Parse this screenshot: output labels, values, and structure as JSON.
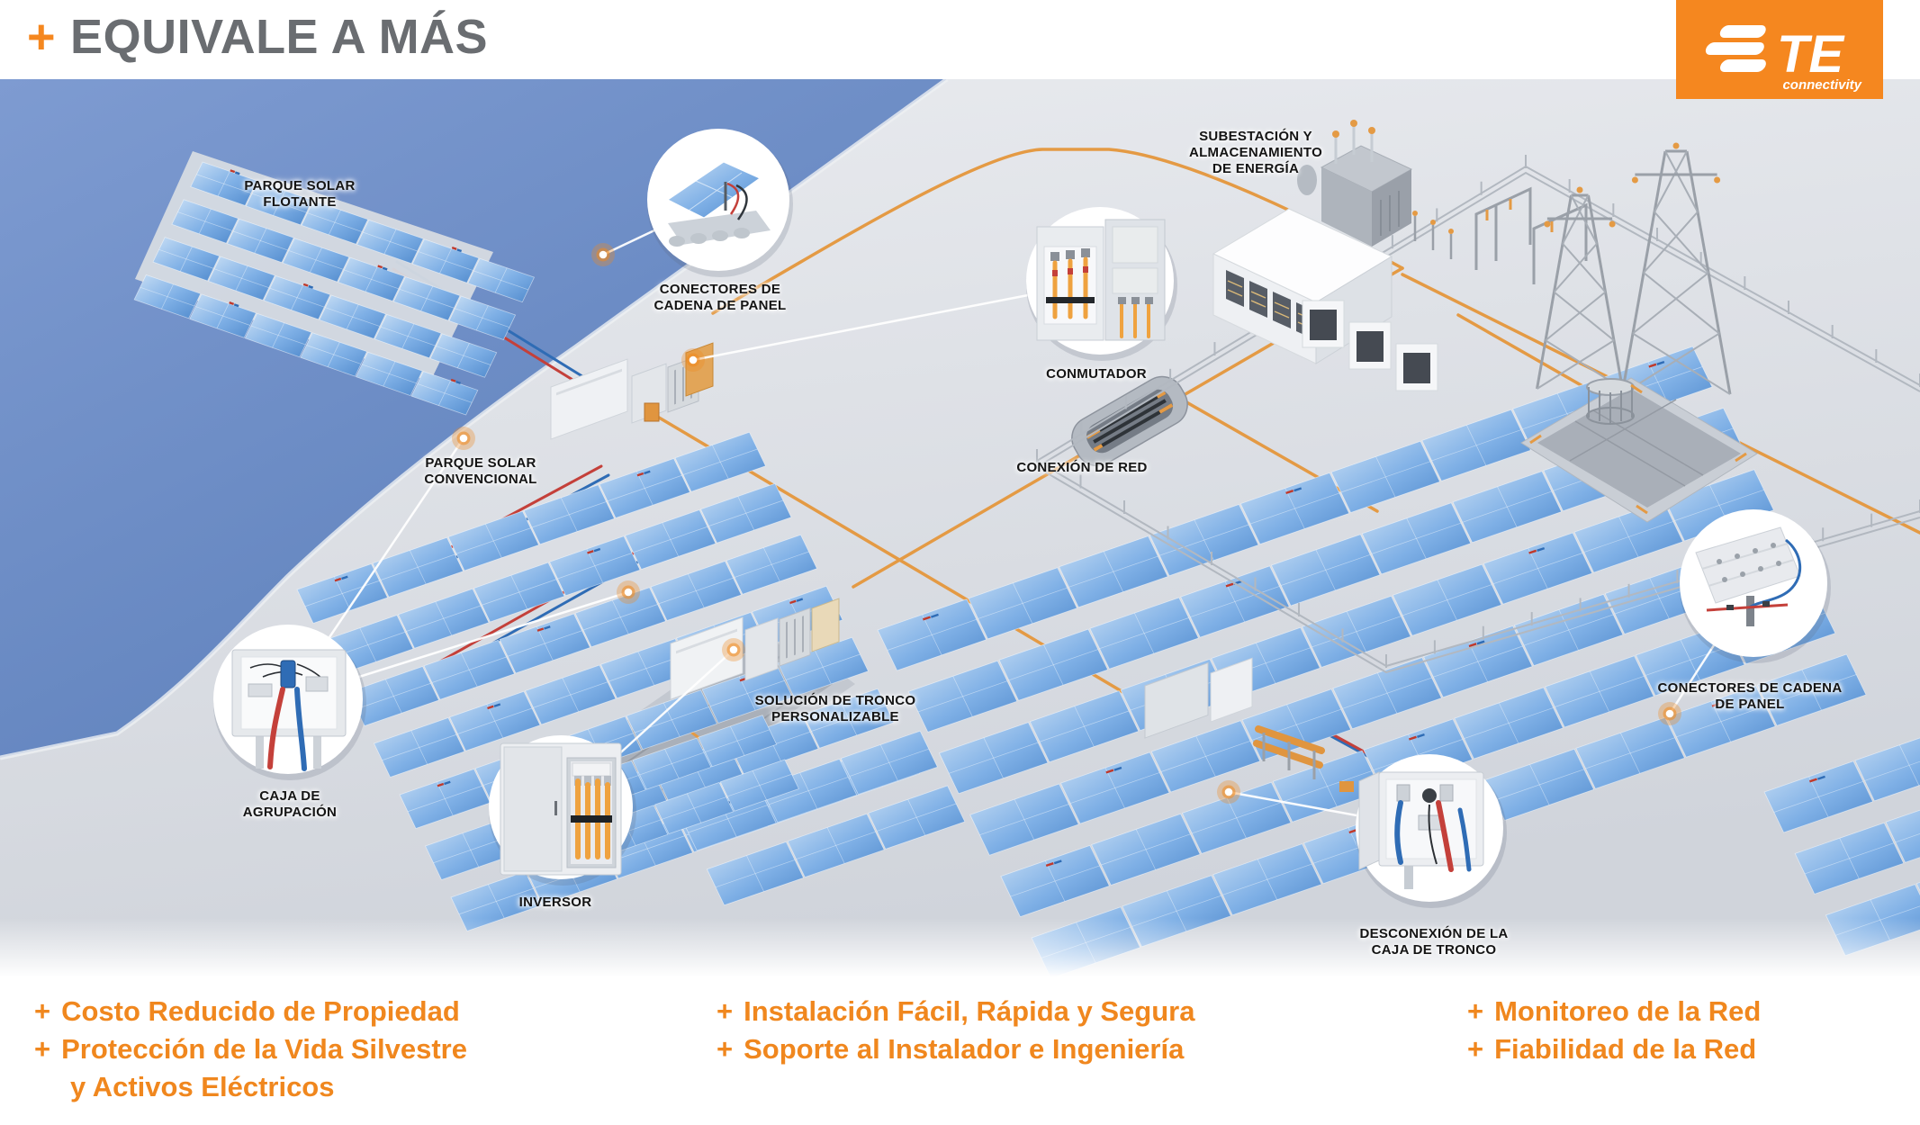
{
  "header": {
    "plus": "+",
    "title": "EQUIVALE A MÁS"
  },
  "logo": {
    "brand": "TE",
    "tagline": "connectivity",
    "background": "#F5871F"
  },
  "colors": {
    "accent_orange": "#F5871F",
    "benefit_text_orange": "#F0871E",
    "title_gray": "#6A6D71",
    "water_blue": "#6E8EC7",
    "label_black": "#141414",
    "cable_red": "#C4403A",
    "cable_blue": "#2F6CB5",
    "line_orange": "#E49A44"
  },
  "diagram": {
    "floating_park": {
      "l1": "PARQUE SOLAR",
      "l2": "FLOTANTE"
    },
    "panel_connectors_left": {
      "l1": "CONECTORES DE",
      "l2": "CADENA DE PANEL"
    },
    "substation": {
      "l1": "SUBESTACIÓN Y",
      "l2": "ALMACENAMIENTO",
      "l3": "DE ENERGÍA"
    },
    "switchgear": {
      "l1": "CONMUTADOR"
    },
    "grid_connection": {
      "l1": "CONEXIÓN DE RED"
    },
    "conventional_park": {
      "l1": "PARQUE SOLAR",
      "l2": "CONVENCIONAL"
    },
    "combiner_box": {
      "l1": "CAJA DE",
      "l2": "AGRUPACIÓN"
    },
    "inverter": {
      "l1": "INVERSOR"
    },
    "trunk_solution": {
      "l1": "SOLUCIÓN DE TRONCO",
      "l2": "PERSONALIZABLE"
    },
    "trunk_disconnect": {
      "l1": "DESCONEXIÓN DE LA",
      "l2": "CAJA DE TRONCO"
    },
    "panel_connectors_right": {
      "l1": "CONECTORES DE CADENA",
      "l2": "DE PANEL"
    }
  },
  "benefits": {
    "plus": "+",
    "columns": [
      {
        "items": [
          {
            "text": "Costo Reducido de Propiedad",
            "cont": ""
          },
          {
            "text": "Protección de la Vida Silvestre",
            "cont": "y Activos Eléctricos"
          }
        ]
      },
      {
        "items": [
          {
            "text": "Instalación Fácil, Rápida y Segura",
            "cont": ""
          },
          {
            "text": "Soporte al Instalador e Ingeniería",
            "cont": ""
          }
        ]
      },
      {
        "items": [
          {
            "text": "Monitoreo de la Red",
            "cont": ""
          },
          {
            "text": "Fiabilidad de la Red",
            "cont": ""
          }
        ]
      }
    ]
  }
}
